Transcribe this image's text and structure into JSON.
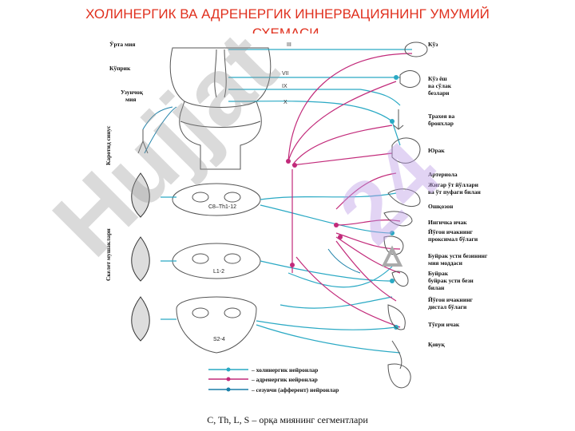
{
  "title": {
    "line1": "ХОЛИНЕРГИК ВА АДРЕНЕРГИК ИННЕРВАЦИЯНИНГ УМУМИЙ",
    "line2": "СХЕМАСИ."
  },
  "left_labels": {
    "midbrain": "Ўрта мия",
    "pons": "Кўприк",
    "medulla_l1": "Узунчоқ",
    "medulla_l2": "мия",
    "carotid": "Каротид синус",
    "skeletal": "Скелет мушаклари"
  },
  "cranial_nerves": [
    "III",
    "VII",
    "IX",
    "X"
  ],
  "segments": [
    "C8–Th1-12",
    "L1-2",
    "S2-4"
  ],
  "organs": [
    "Кўз",
    "Кўз ёш",
    "ва сўлак",
    "безлари",
    "Трахея ва",
    "бронхлар",
    "Юрак",
    "Артериола",
    "Жигар ўт йўллари",
    "ва ўт пуфаги билан",
    "Ошқозон",
    "Ингичка ичак",
    "Йўғон ичакнинг",
    "проксимал бўлаги",
    "Буйрак усти безининг",
    "мия моддаси",
    "Буйрак",
    "буйрак усти бези",
    "билан",
    "Йўғон ичакнинг",
    "дистал бўлаги",
    "Тўғри ичак",
    "Қовуқ"
  ],
  "legend": [
    "– холинергик нейронлар",
    "– адренергик нейронлар",
    "– сезувчи (афферент) нейронлар"
  ],
  "caption": "C, Th, L, S – орқа миянинг сегментлари",
  "watermarks": [
    "Hujjat",
    "24"
  ],
  "colors": {
    "cholinergic": "#2aa9c4",
    "adrenergic": "#c22a7a",
    "afferent": "#1a7fa8",
    "title": "#e0301e"
  }
}
